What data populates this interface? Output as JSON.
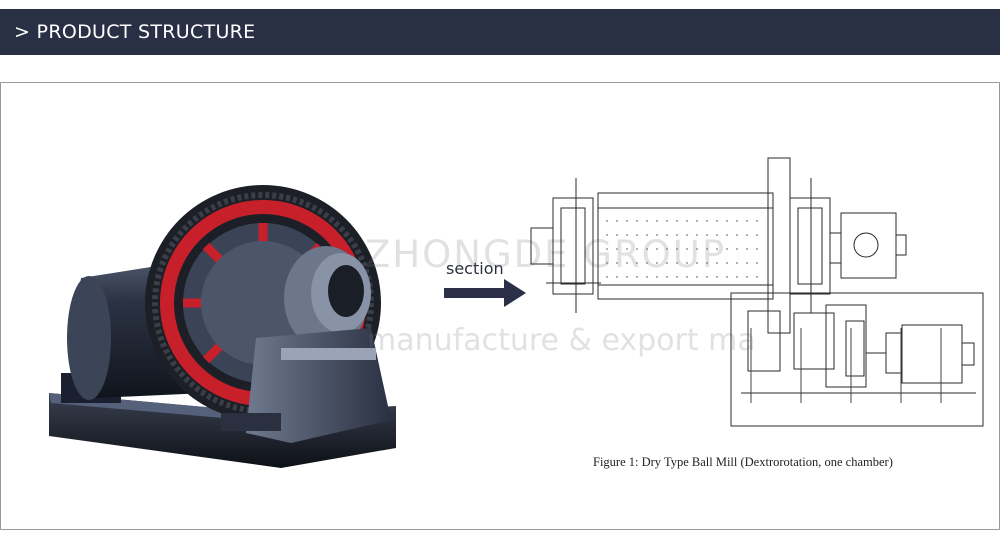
{
  "header": {
    "title": "> PRODUCT STRUCTURE",
    "background": "#293045"
  },
  "product": {
    "photo_icon": "ball-mill-photo",
    "accent_color": "#c8202a",
    "section_label": "section",
    "section_arrow_icon": "arrow-right-icon",
    "drawing_icon": "technical-drawing",
    "figure_caption": "Figure 1: Dry Type Ball Mill (Dextrorotation, one chamber)"
  },
  "watermark": {
    "top": "ZHONGDE GROUP",
    "bottom": "manufacture & export ma"
  }
}
